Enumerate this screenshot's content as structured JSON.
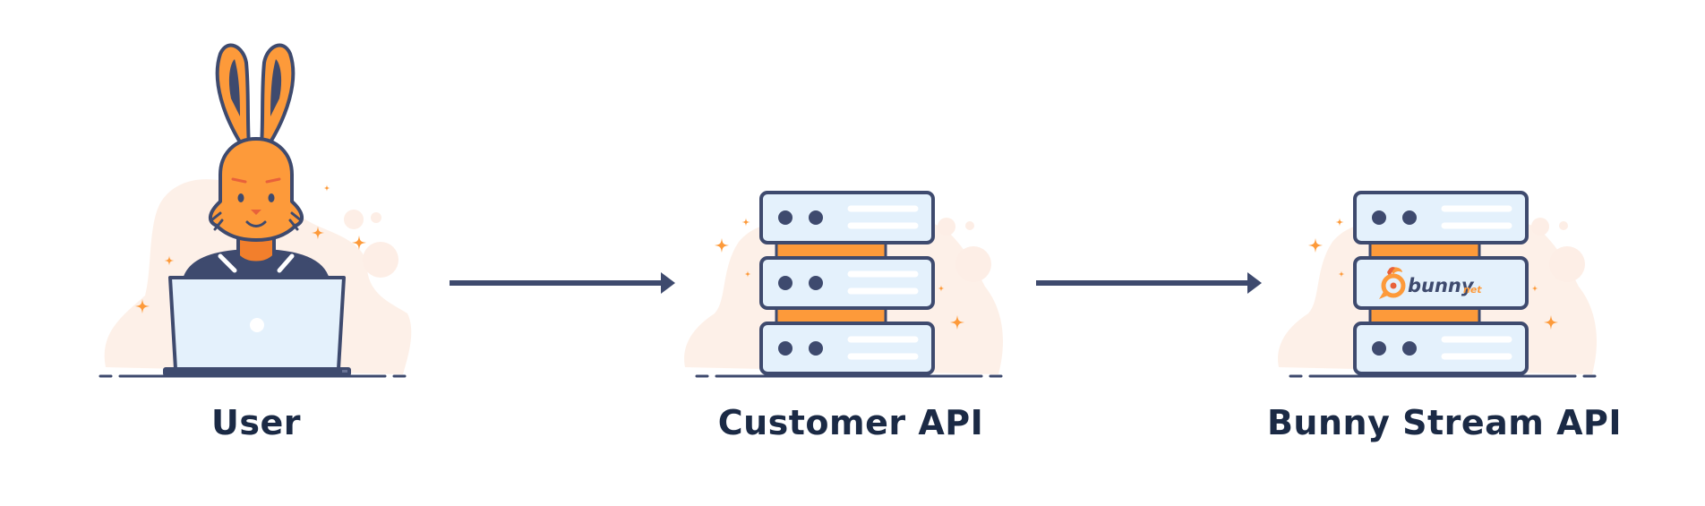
{
  "colors": {
    "navy": "#3e4a6e",
    "orange": "#fd9a3a",
    "panel": "#e4f1fc",
    "blob": "#fdeee6",
    "label": "#1b2a45"
  },
  "nodes": [
    {
      "id": "user",
      "label": "User",
      "icon": "bunny-user-laptop-icon"
    },
    {
      "id": "customer_api",
      "label": "Customer API",
      "icon": "server-stack-icon"
    },
    {
      "id": "bunny_stream_api",
      "label": "Bunny Stream API",
      "icon": "bunny-server-stack-icon"
    }
  ],
  "edges": [
    {
      "from": "user",
      "to": "customer_api"
    },
    {
      "from": "customer_api",
      "to": "bunny_stream_api"
    }
  ],
  "logo": {
    "brand": "bunny",
    "suffix": "net"
  }
}
